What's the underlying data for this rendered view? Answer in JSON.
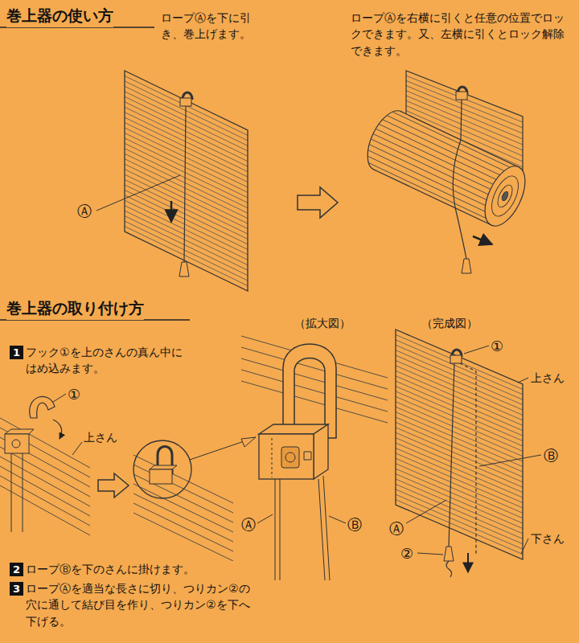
{
  "diagram": {
    "nodes": [
      {
        "text": [
          "1"
        ]
      },
      {
        "text": [
          "2"
        ]
      },
      {
        "text": [
          "3"
        ]
      }
    ],
    "labels": [
      "巻上器の使い方",
      "ロープⒶを下に引き、巻上げます。",
      "ロープⒶを右横に引くと任意の位置でロックできます。又、左横に引くとロック解除できます。",
      "Ⓐ",
      "巻上器の取り付け方",
      "フック①を上のさんの真ん中にはめ込みます。",
      "①",
      "上さん",
      "（拡大図）",
      "Ⓐ",
      "Ⓑ",
      "（完成図）",
      "①",
      "上さん",
      "Ⓑ",
      "Ⓐ",
      "下さん",
      "②",
      "ロープⒷを下のさんに掛けます。",
      "ロープⒶを適当な長さに切り、つりカン②の穴に通して結び目を作り、つりカン②を下へ下げる。"
    ]
  }
}
